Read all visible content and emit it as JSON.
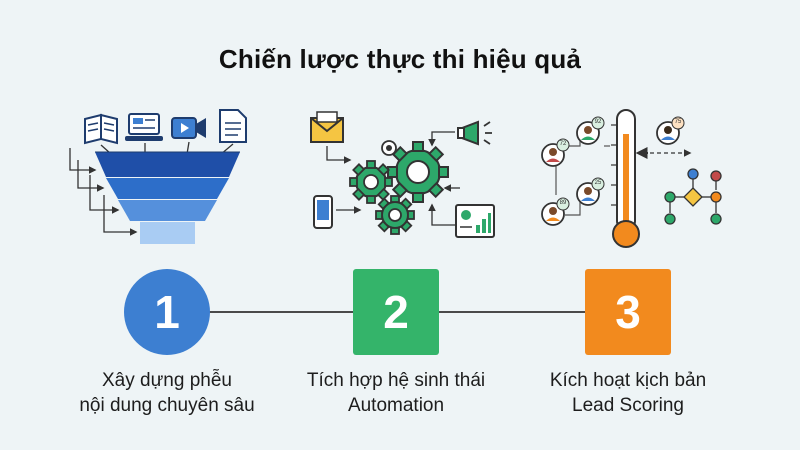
{
  "title": "Chiến lược thực thi hiệu quả",
  "steps": [
    {
      "number": "1",
      "line1": "Xây dựng phễu",
      "line2": "nội dung chuyên sâu",
      "color": "#3d7fd1"
    },
    {
      "number": "2",
      "line1": "Tích hợp hệ sinh thái",
      "line2": "Automation",
      "color": "#34b46a"
    },
    {
      "number": "3",
      "line1": "Kích hoạt kịch bản",
      "line2": "Lead Scoring",
      "color": "#f28a1e"
    }
  ],
  "icons": {
    "step1": [
      "book-icon",
      "laptop-icon",
      "video-camera-icon",
      "document-icon",
      "funnel-icon"
    ],
    "step2": [
      "envelope-icon",
      "megaphone-icon",
      "smartphone-icon",
      "gear-icon",
      "analytics-dashboard-icon"
    ],
    "step3": [
      "lead-avatar-icon",
      "thermometer-icon",
      "workflow-diagram-icon"
    ]
  },
  "lead_scores": [
    "92",
    "72",
    "25",
    "89",
    "75"
  ]
}
